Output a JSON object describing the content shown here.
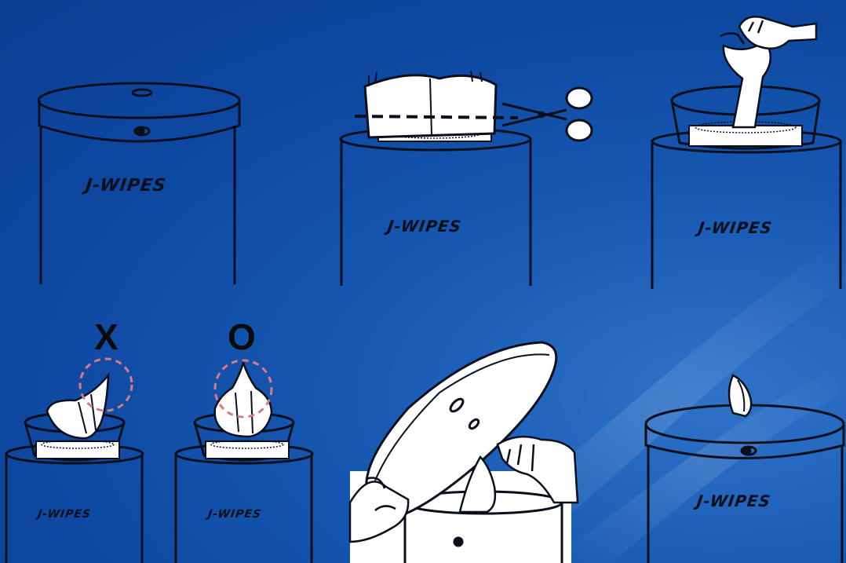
{
  "brand": "J-WIPES",
  "marks": {
    "wrong": "X",
    "right": "O"
  },
  "colors": {
    "background": "#0d47a0",
    "outline": "#0a0f1c",
    "paper": "#ffffff",
    "guide_circle": "#d67a86"
  },
  "icons": {
    "cut": "scissors-icon",
    "hand": "hand-icon"
  }
}
